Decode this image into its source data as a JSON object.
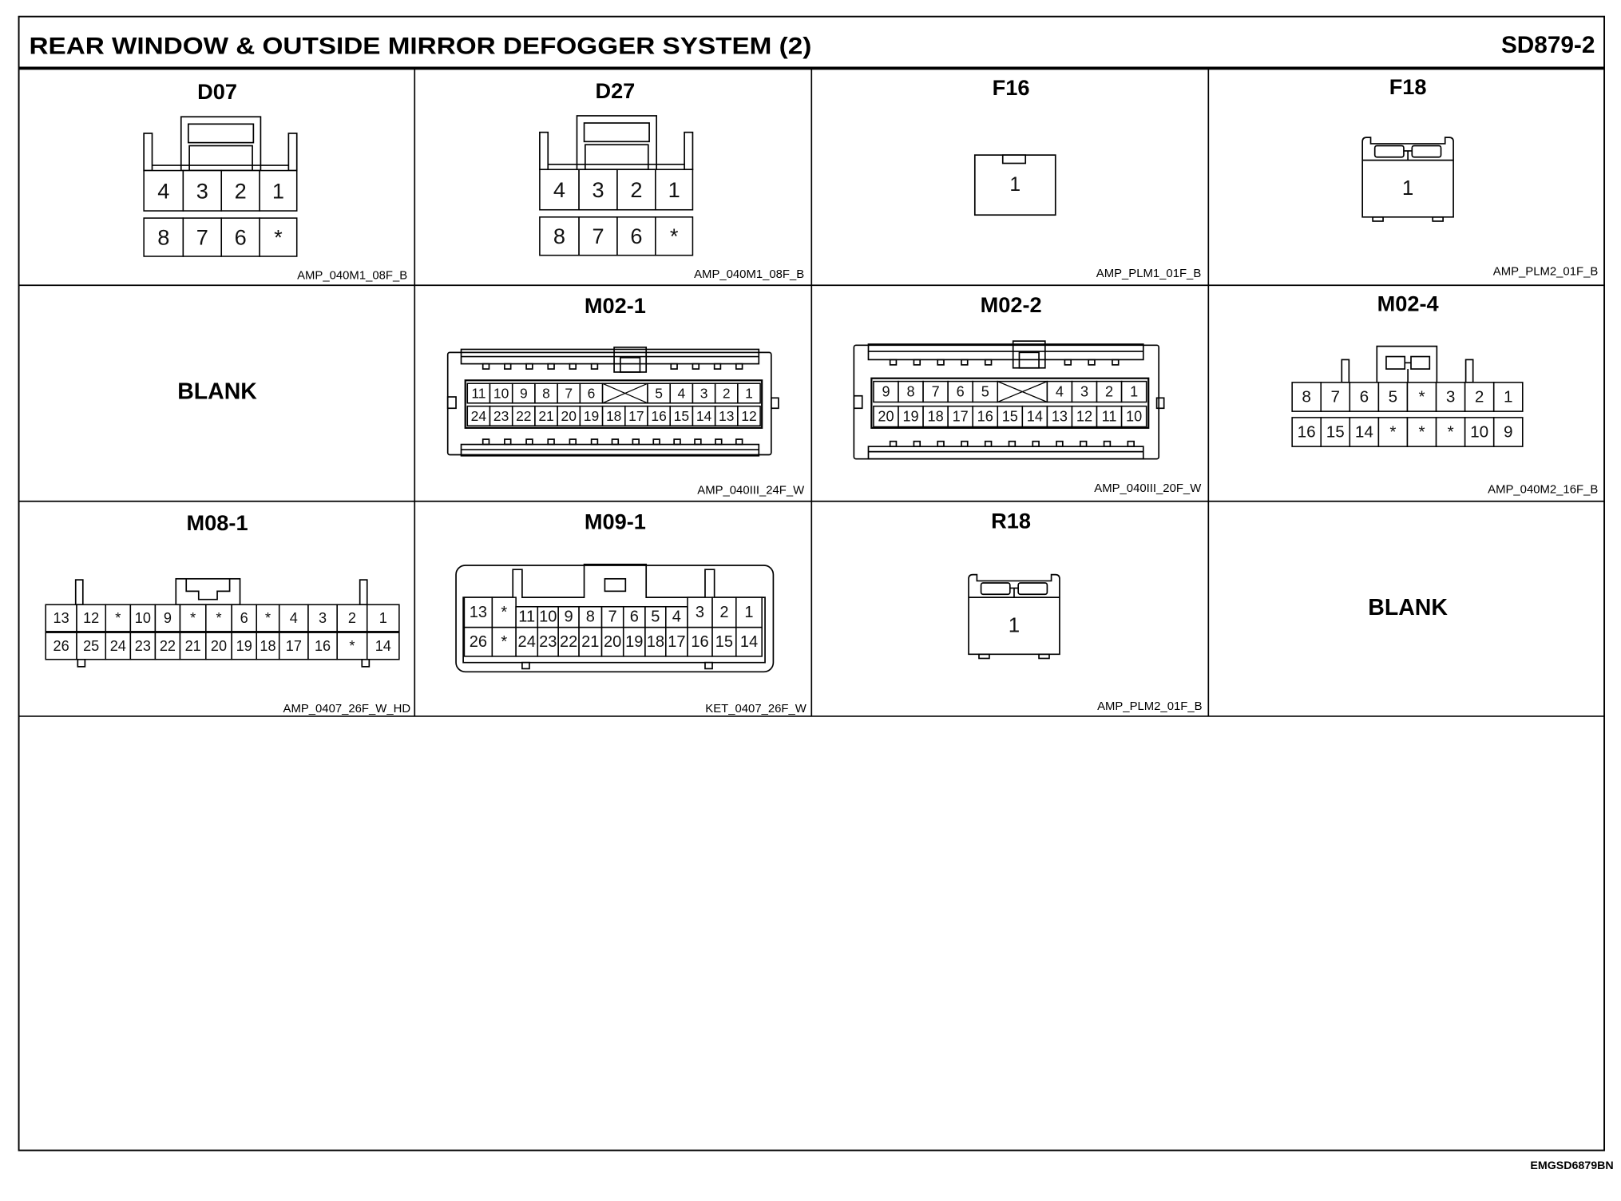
{
  "header": {
    "title": "REAR WINDOW & OUTSIDE MIRROR DEFOGGER SYSTEM (2)",
    "code": "SD879-2"
  },
  "cells": [
    {
      "name": "D07",
      "part": "AMP_040M1_08F_B",
      "pins": [
        [
          "4",
          "3",
          "2",
          "1"
        ],
        [
          "8",
          "7",
          "6",
          "*"
        ]
      ]
    },
    {
      "name": "D27",
      "part": "AMP_040M1_08F_B",
      "pins": [
        [
          "4",
          "3",
          "2",
          "1"
        ],
        [
          "8",
          "7",
          "6",
          "*"
        ]
      ]
    },
    {
      "name": "F16",
      "part": "AMP_PLM1_01F_B",
      "pins": [
        [
          "1"
        ]
      ]
    },
    {
      "name": "F18",
      "part": "AMP_PLM2_01F_B",
      "pins": [
        [
          "1"
        ]
      ]
    },
    {
      "label": "BLANK"
    },
    {
      "name": "M02-1",
      "part": "AMP_040III_24F_W",
      "pins": [
        [
          "11",
          "10",
          "9",
          "8",
          "7",
          "6",
          null,
          "5",
          "4",
          "3",
          "2",
          "1"
        ],
        [
          "24",
          "23",
          "22",
          "21",
          "20",
          "19",
          "18",
          "17",
          "16",
          "15",
          "14",
          "13",
          "12"
        ]
      ]
    },
    {
      "name": "M02-2",
      "part": "AMP_040III_20F_W",
      "pins": [
        [
          "9",
          "8",
          "7",
          "6",
          "5",
          null,
          "4",
          "3",
          "2",
          "1"
        ],
        [
          "20",
          "19",
          "18",
          "17",
          "16",
          "15",
          "14",
          "13",
          "12",
          "11",
          "10"
        ]
      ]
    },
    {
      "name": "M02-4",
      "part": "AMP_040M2_16F_B",
      "pins": [
        [
          "8",
          "7",
          "6",
          "5",
          "*",
          "3",
          "2",
          "1"
        ],
        [
          "16",
          "15",
          "14",
          "*",
          "*",
          "*",
          "10",
          "9"
        ]
      ]
    },
    {
      "name": "M08-1",
      "part": "AMP_0407_26F_W_HD",
      "pins": [
        [
          "13",
          "12",
          "*",
          "10",
          "9",
          "*",
          "*",
          "6",
          "*",
          "4",
          "3",
          "2",
          "1"
        ],
        [
          "26",
          "25",
          "24",
          "23",
          "22",
          "21",
          "20",
          "19",
          "18",
          "17",
          "16",
          "*",
          "14"
        ]
      ]
    },
    {
      "name": "M09-1",
      "part": "KET_0407_26F_W",
      "pins": [
        [
          "13",
          "*",
          "11",
          "10",
          "9",
          "8",
          "7",
          "6",
          "5",
          "4",
          "3",
          "2",
          "1"
        ],
        [
          "26",
          "*",
          "24",
          "23",
          "22",
          "21",
          "20",
          "19",
          "18",
          "17",
          "16",
          "15",
          "14"
        ]
      ]
    },
    {
      "name": "R18",
      "part": "AMP_PLM2_01F_B",
      "pins": [
        [
          "1"
        ]
      ]
    },
    {
      "label": "BLANK"
    }
  ],
  "footer": {
    "code": "EMGSD6879BN"
  }
}
